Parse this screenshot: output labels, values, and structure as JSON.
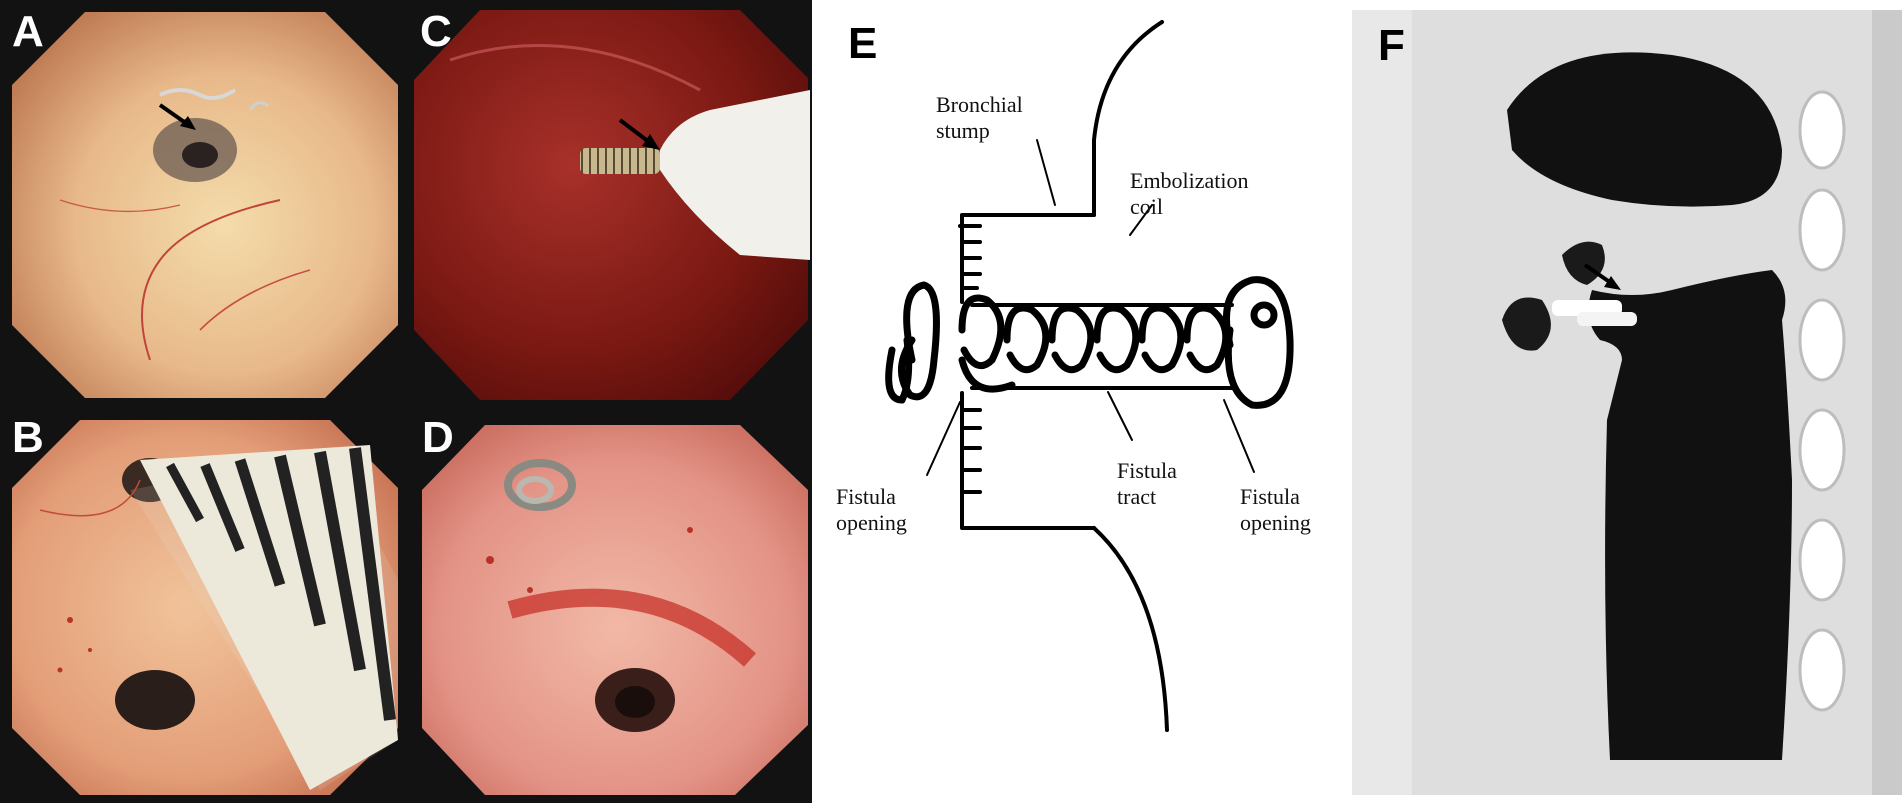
{
  "panels": {
    "a": {
      "label": "A"
    },
    "b": {
      "label": "B"
    },
    "c": {
      "label": "C"
    },
    "d": {
      "label": "D"
    },
    "e": {
      "label": "E"
    },
    "f": {
      "label": "F"
    }
  },
  "diagram": {
    "bronchial_stump": [
      "Bronchial",
      "stump"
    ],
    "embolization_coil": [
      "Embolization",
      "coil"
    ],
    "fistula_opening_left": [
      "Fistula",
      "opening"
    ],
    "fistula_tract": [
      "Fistula",
      "tract"
    ],
    "fistula_opening_right": [
      "Fistula",
      "opening"
    ]
  },
  "colors": {
    "frame_dark": "#1a1a1a",
    "ct_background": "#dcdcdc",
    "mucosa_pale": "#e9c79a",
    "mucosa_red": "#8a1a14",
    "mucosa_pink": "#e59a8c"
  }
}
